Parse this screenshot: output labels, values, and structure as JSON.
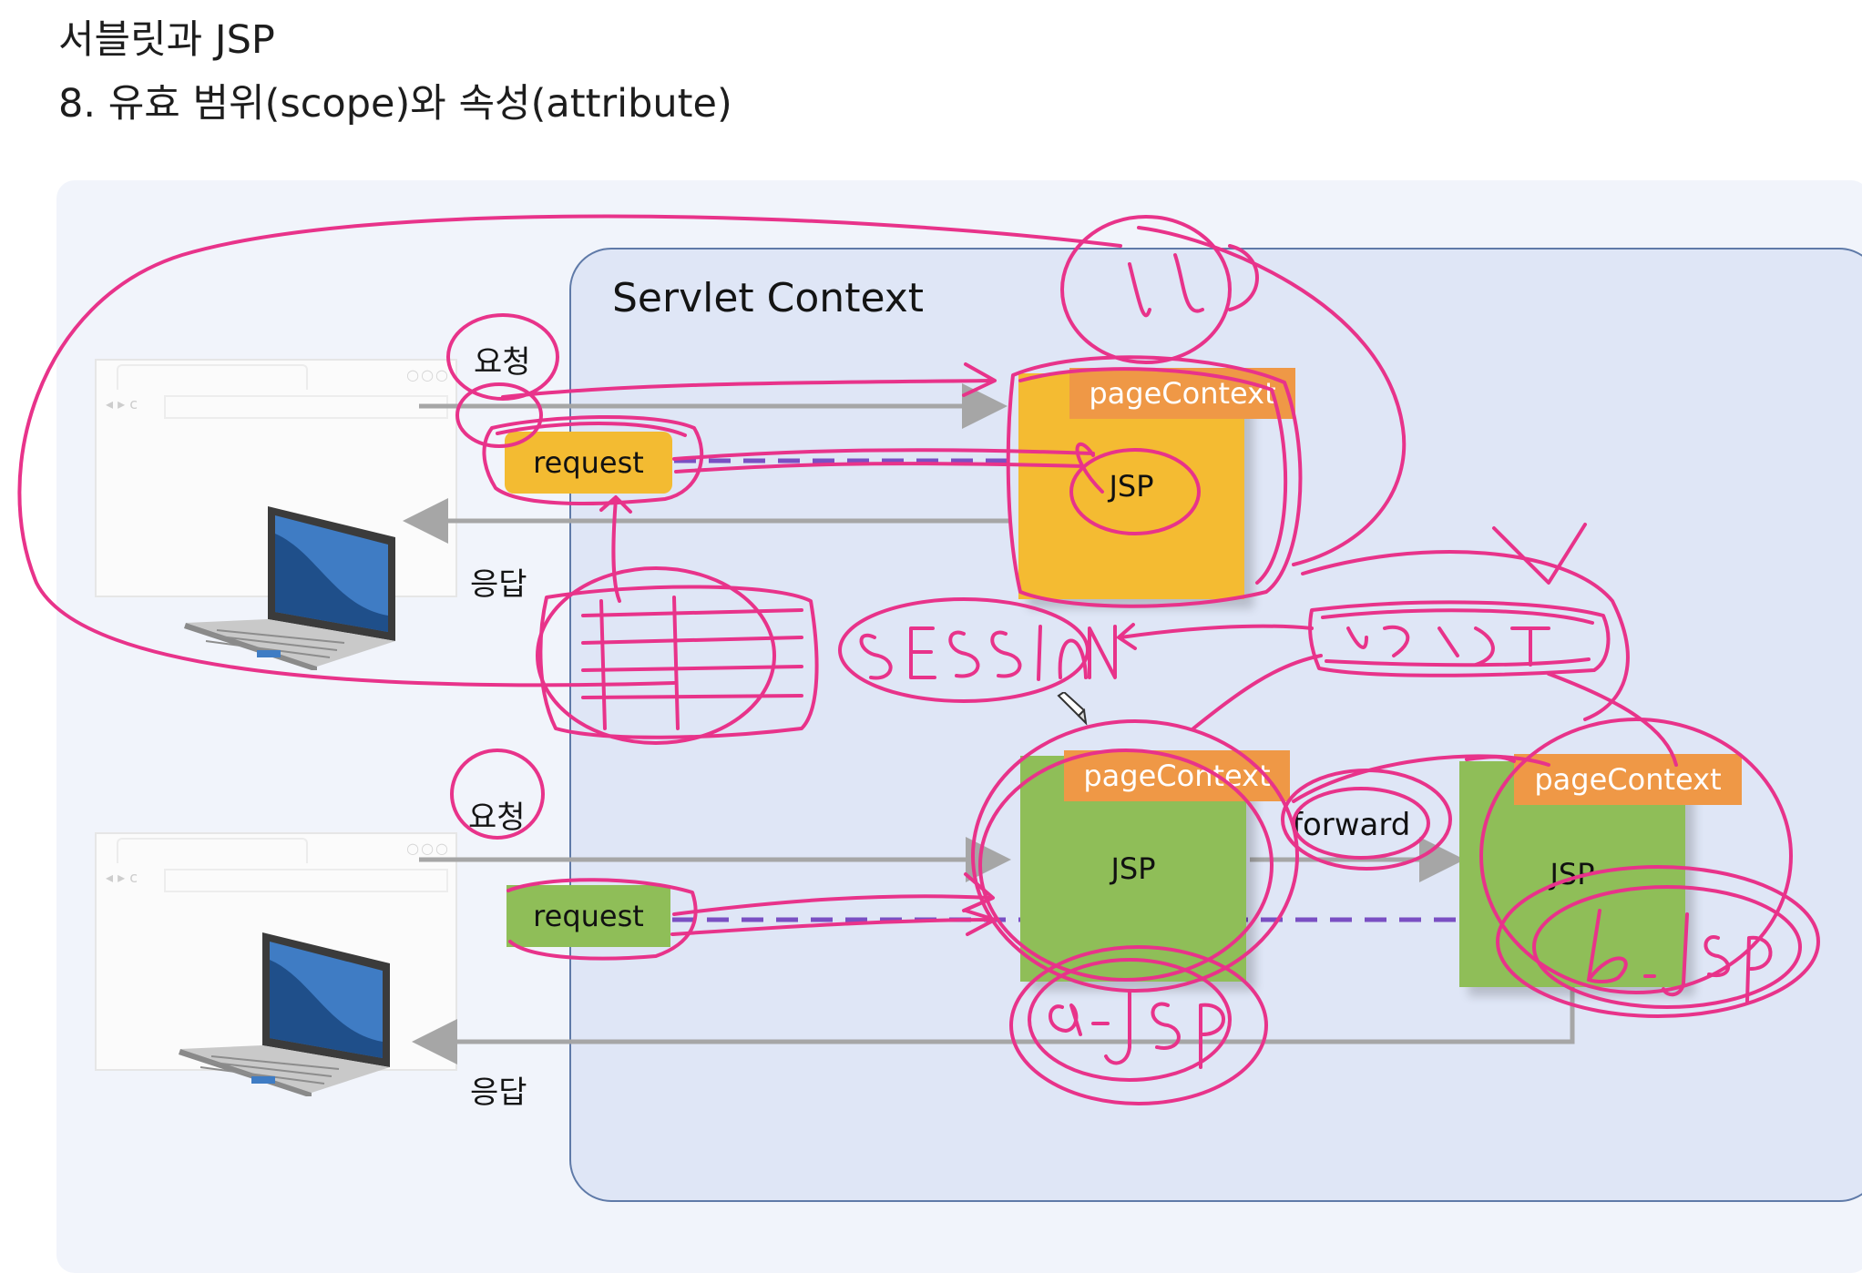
{
  "header": {
    "course_title": "서블릿과 JSP",
    "lecture_title": "8. 유효 범위(scope)와 속성(attribute)"
  },
  "diagram": {
    "container_label": "Servlet Context",
    "client_top": {
      "request_label": "요청",
      "response_label": "응답",
      "request_object": "request",
      "request_color": "#f3bb32"
    },
    "client_bottom": {
      "request_label": "요청",
      "response_label": "응답",
      "request_object": "request",
      "request_color": "#8fbe58"
    },
    "jsp_top": {
      "page_context": "pageContext",
      "label": "JSP",
      "color": "#f4bb32"
    },
    "jsp_a": {
      "page_context": "pageContext",
      "label": "JSP",
      "color": "#8fbe58"
    },
    "jsp_b": {
      "page_context": "pageContext",
      "label": "JSP",
      "color": "#8fbe58"
    },
    "forward_label": "forward",
    "page_context_color": "#ef9846",
    "dashed_arrow_color": "#7a4fc3",
    "annotation_ink_color": "#e8338a"
  }
}
